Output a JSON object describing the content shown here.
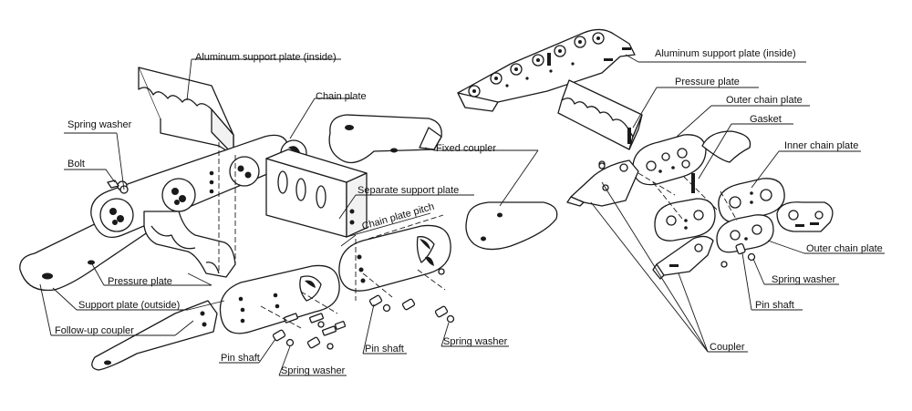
{
  "labels": {
    "left": {
      "aluminum_support_plate_inside": "Aluminum support plate (inside)",
      "spring_washer_top": "Spring washer",
      "bolt": "Bolt",
      "chain_plate": "Chain plate",
      "fixed_coupler": "Fixed coupler",
      "separate_support_plate": "Separate support plate",
      "chain_plate_pitch": "Chain plate pitch",
      "pressure_plate": "Pressure plate",
      "support_plate_outside": "Support plate (outside)",
      "follow_up_coupler": "Follow-up coupler",
      "pin_shaft_a": "Pin shaft",
      "spring_washer_a": "Spring washer",
      "pin_shaft_b": "Pin shaft",
      "spring_washer_b": "Spring washer"
    },
    "right": {
      "aluminum_support_plate_inside": "Aluminum support plate (inside)",
      "pressure_plate": "Pressure plate",
      "outer_chain_plate_top": "Outer chain plate",
      "gasket": "Gasket",
      "inner_chain_plate": "Inner chain plate",
      "outer_chain_plate_bottom": "Outer chain plate",
      "spring_washer": "Spring washer",
      "pin_shaft": "Pin shaft",
      "coupler": "Coupler"
    }
  }
}
